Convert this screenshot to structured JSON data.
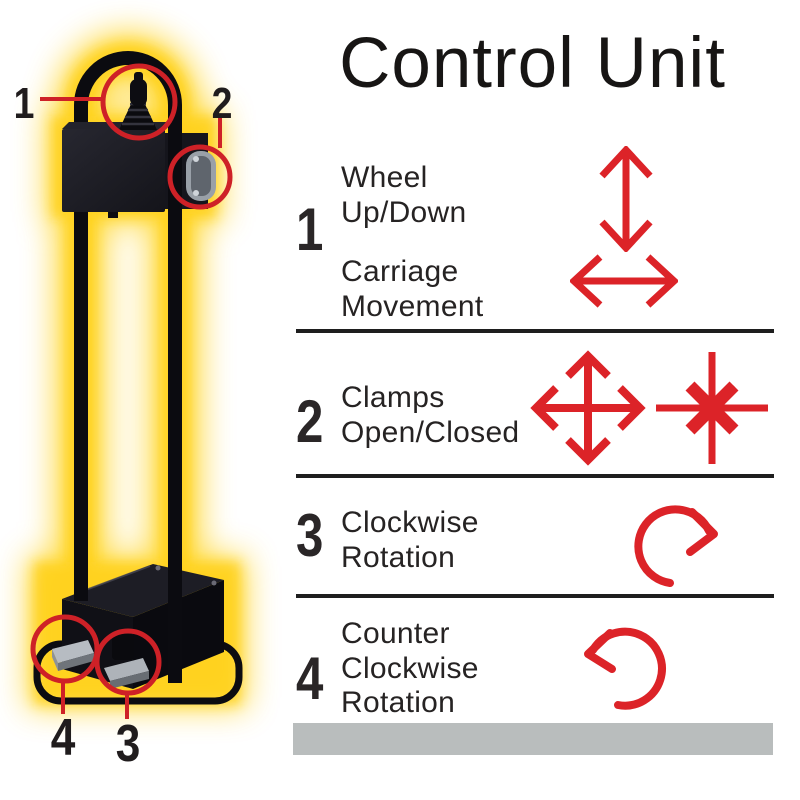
{
  "title": "Control Unit",
  "device": {
    "callouts": [
      "1",
      "2",
      "3",
      "4"
    ],
    "callout_circle_icon": "red-circle-highlight"
  },
  "legend": {
    "rows": [
      {
        "num": "1",
        "blocks": [
          [
            "Wheel",
            "Up/Down"
          ],
          [
            "Carriage",
            "Movement"
          ]
        ],
        "icons": [
          "up-down-arrow",
          "left-right-arrow"
        ]
      },
      {
        "num": "2",
        "blocks": [
          [
            "Clamps",
            "Open/Closed"
          ]
        ],
        "icons": [
          "four-way-expand-arrow",
          "converging-arrows"
        ]
      },
      {
        "num": "3",
        "blocks": [
          [
            "Clockwise",
            "Rotation"
          ]
        ],
        "icons": [
          "clockwise-rotation-arrow"
        ]
      },
      {
        "num": "4",
        "blocks": [
          [
            "Counter",
            "Clockwise",
            "Rotation"
          ]
        ],
        "icons": [
          "counterclockwise-rotation-arrow"
        ]
      }
    ]
  },
  "colors": {
    "accent_red": "#d8232a",
    "glow_yellow": "#ffd100",
    "divider_black": "#1e1e1e",
    "gray_bar": "#b9bdbd",
    "text_dark": "#262323"
  }
}
